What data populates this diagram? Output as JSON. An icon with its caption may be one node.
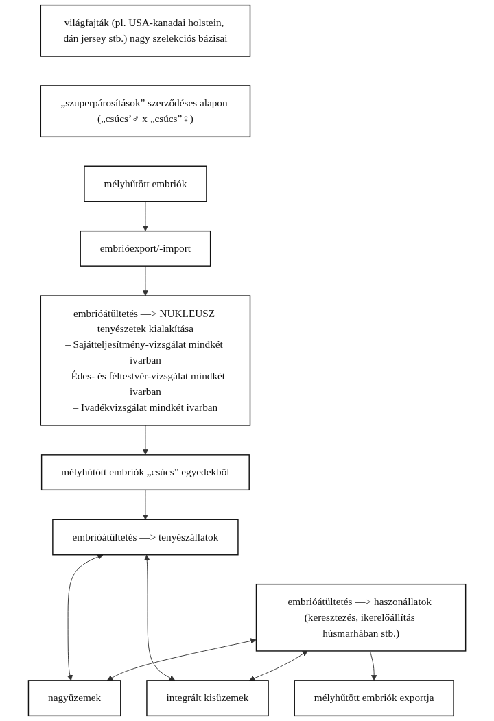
{
  "diagram": {
    "nodes": [
      {
        "text": [
          "világfajták (pl. USA-kanadai holstein, dán jersey stb.) nagy szelekciós bázisai"
        ]
      },
      {
        "text": [
          "„szuperpárosítások” szerződéses alapon („csúcs’♂ x „csúcs”♀)"
        ]
      },
      {
        "text": [
          "mélyhűtött embriók"
        ]
      },
      {
        "text": [
          "embrióexport/-import"
        ]
      },
      {
        "text": [
          "nagyüzemek"
        ]
      },
      {
        "text": [
          "embrióátültetés —> NUKLEUSZ tenyészetek kialakítása",
          "– Sajátteljesítmény-vizsgálat mindkét ivarban",
          "– Édes- és féltestvér-vizsgálat mindkét ivarban",
          "– Ivadékvizsgálat mindkét ivarban"
        ]
      },
      {
        "text": [
          "integrált kisüzemek"
        ]
      },
      {
        "text": [
          "mélyhűtött embriók „csúcs” egyedekből"
        ]
      },
      {
        "text": [
          "embrióátültetés —> tenyészállatok"
        ]
      },
      {
        "text": [
          "embrióátültetés —> haszonállatok (keresztezés, ikerelőállítás húsmarhában stb.)"
        ]
      },
      {
        "text": [
          "mélyhűtött embriók exportja"
        ]
      }
    ],
    "edges": [
      {
        "from": 2,
        "to": 3,
        "arrow": "to"
      },
      {
        "from": 3,
        "to": 5,
        "arrow": "to"
      },
      {
        "from": 5,
        "to": 7,
        "arrow": "to"
      },
      {
        "from": 7,
        "to": 8,
        "arrow": "to"
      },
      {
        "from": 9,
        "to": 10,
        "arrow": "to"
      },
      {
        "from": 8,
        "to": 4,
        "arrow": "both"
      },
      {
        "from": 9,
        "to": 4,
        "arrow": "both"
      },
      {
        "from": 8,
        "to": 6,
        "arrow": "both"
      },
      {
        "from": 9,
        "to": 6,
        "arrow": "both"
      }
    ]
  }
}
